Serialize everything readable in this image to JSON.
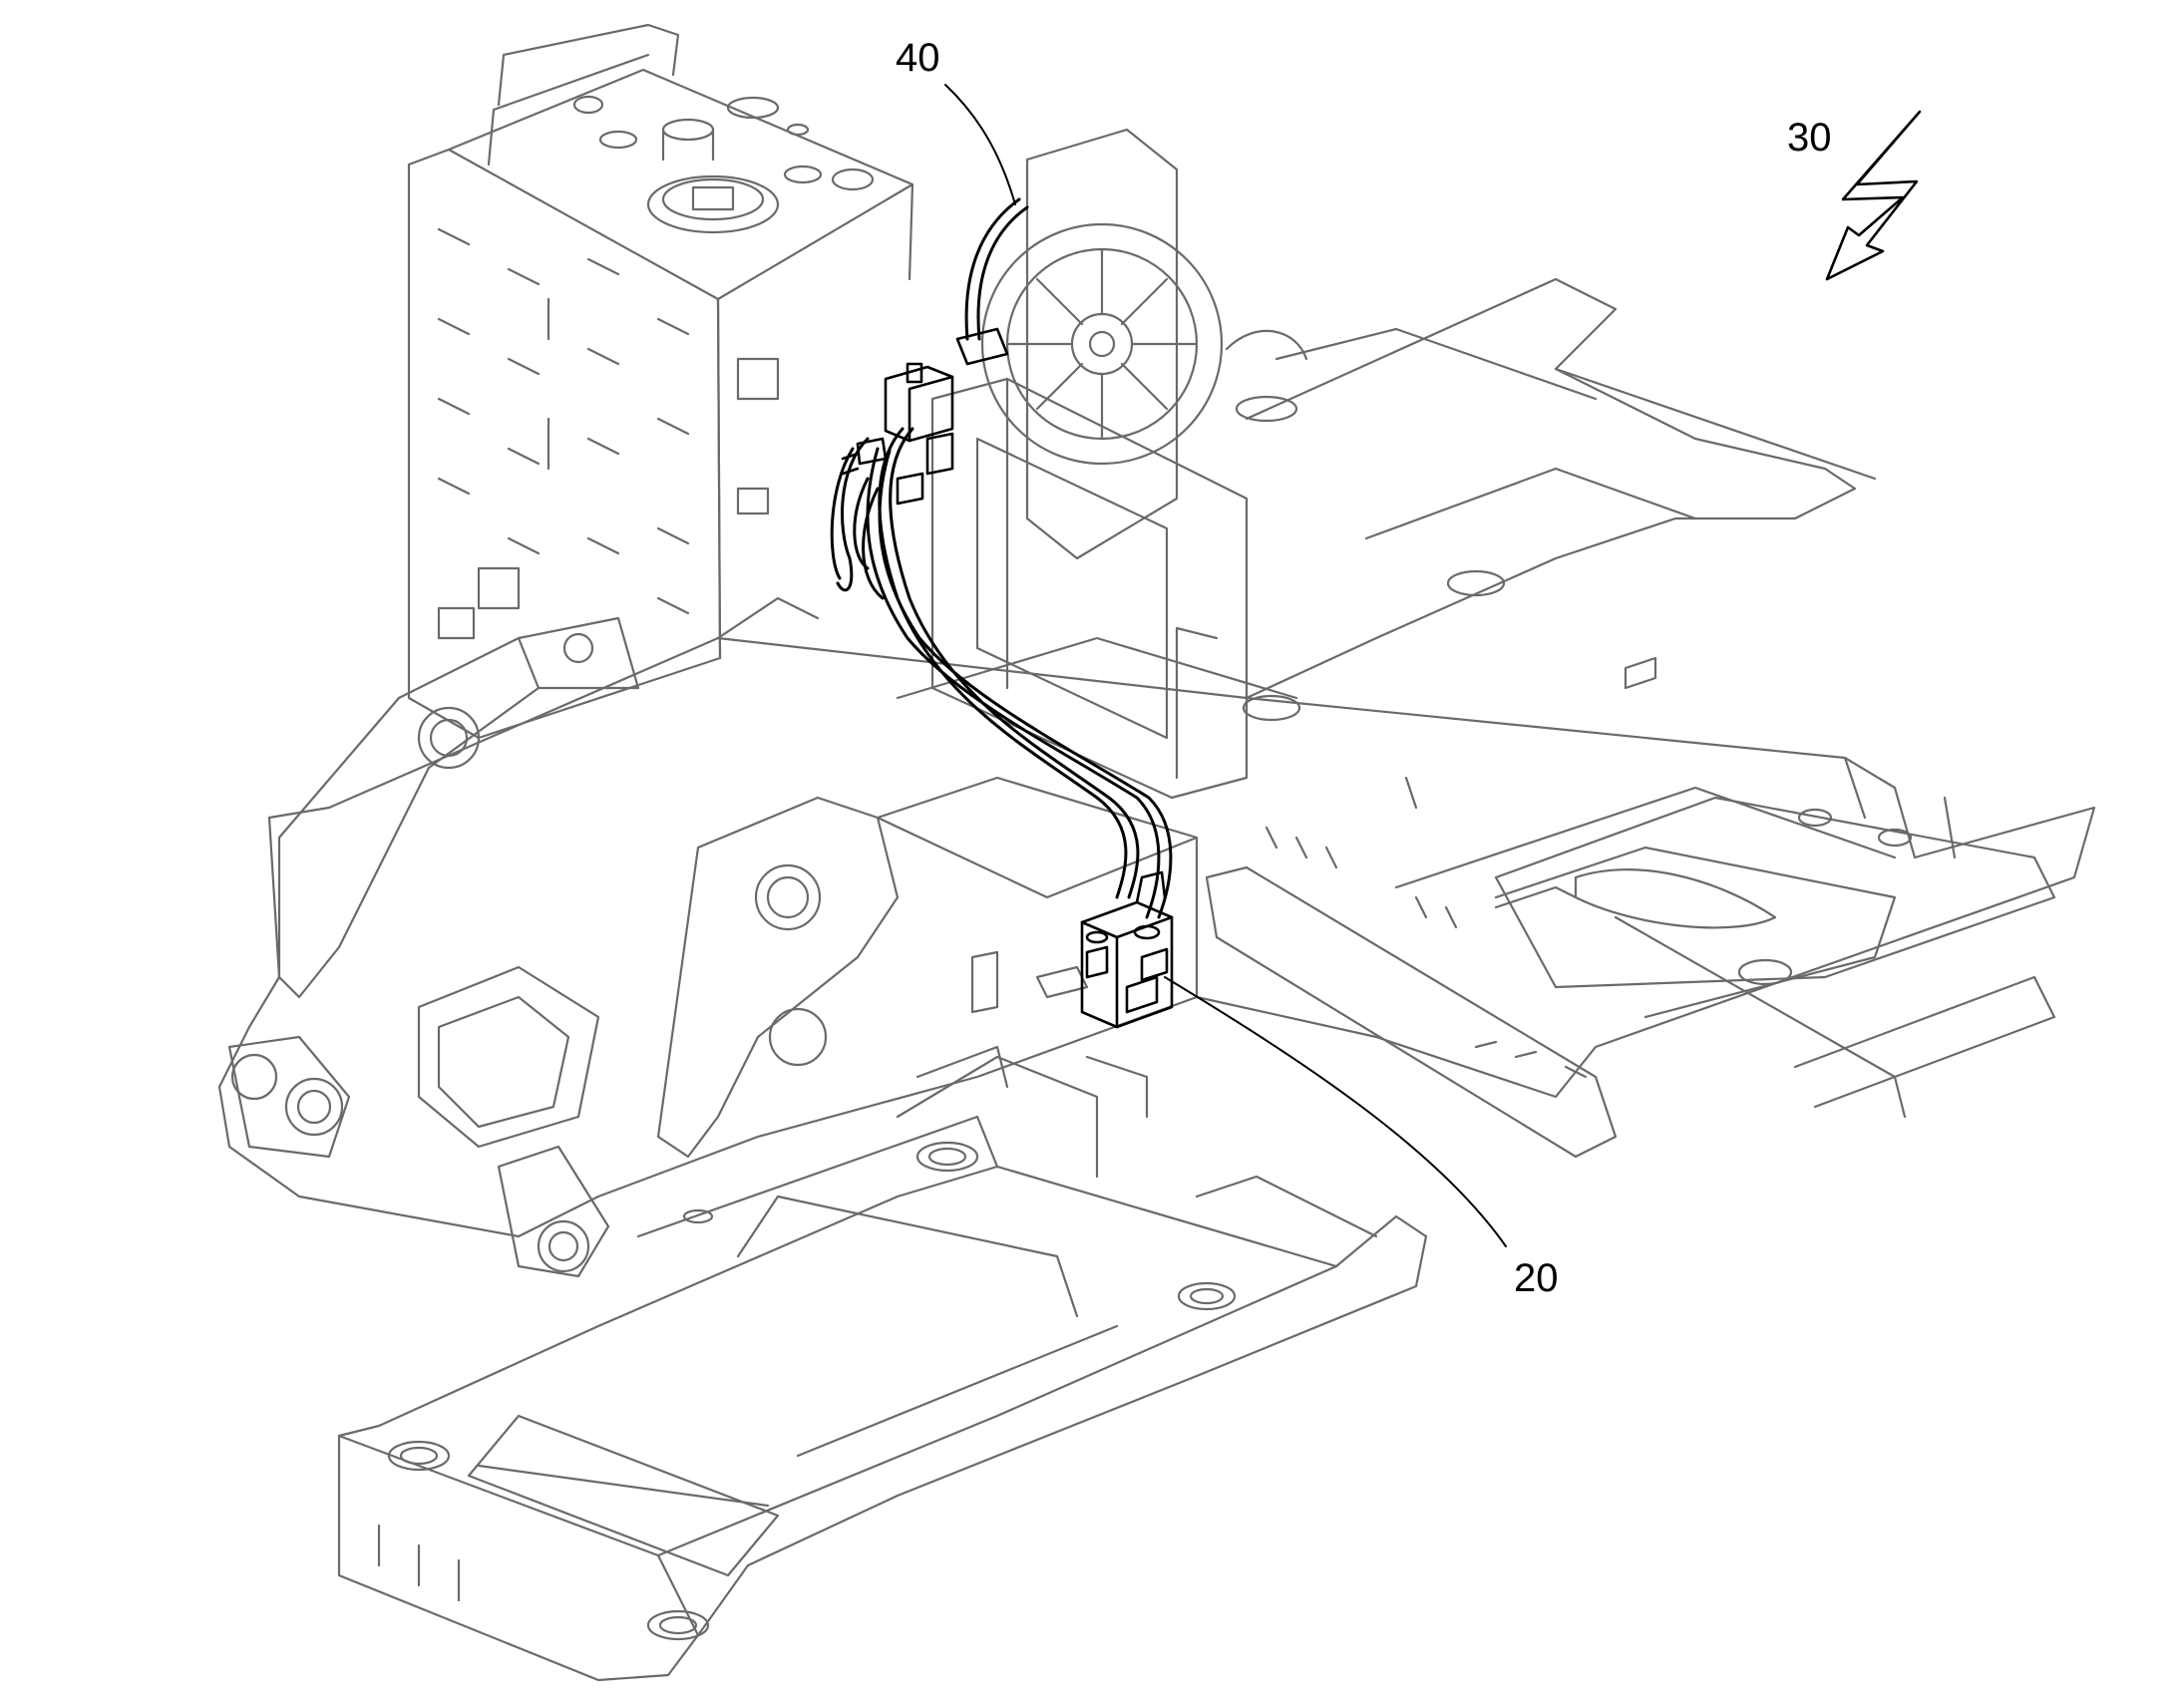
{
  "figure": {
    "reference_numerals": {
      "hose_line": "40",
      "direction_arrow": "30",
      "valve_block": "20"
    },
    "colors": {
      "line": "#000000",
      "background": "#ffffff",
      "light_line": "#6a6a6a"
    }
  }
}
